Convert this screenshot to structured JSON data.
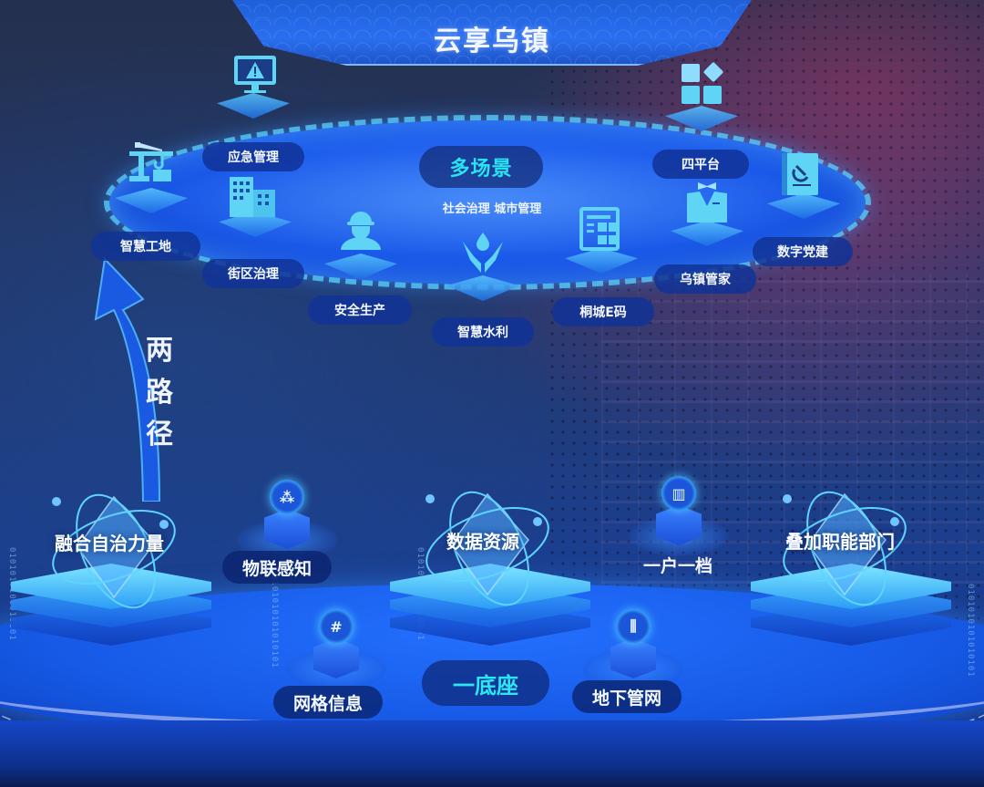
{
  "header": {
    "title": "云享乌镇"
  },
  "scenarios": {
    "title": "多场景",
    "subtitle": "社会治理 城市管理",
    "items": [
      {
        "label": "应急管理",
        "icon": "warning-monitor-icon"
      },
      {
        "label": "智慧工地",
        "icon": "crane-icon"
      },
      {
        "label": "街区治理",
        "icon": "buildings-icon"
      },
      {
        "label": "安全生产",
        "icon": "worker-helmet-icon"
      },
      {
        "label": "智慧水利",
        "icon": "water-hands-icon"
      },
      {
        "label": "桐城E码",
        "icon": "form-grid-icon"
      },
      {
        "label": "乌镇管家",
        "icon": "butler-suit-icon"
      },
      {
        "label": "四平台",
        "icon": "app-blocks-icon"
      },
      {
        "label": "数字党建",
        "icon": "party-book-icon"
      }
    ]
  },
  "paths": {
    "label_chars": [
      "两",
      "路",
      "径"
    ],
    "platforms": [
      {
        "label": "融合自治力量"
      },
      {
        "label": "数据资源"
      },
      {
        "label": "叠加职能部门"
      }
    ]
  },
  "base": {
    "title": "一底座",
    "nodes": [
      {
        "label": "物联感知",
        "icon": "iot-network-icon",
        "glyph": "⁂"
      },
      {
        "label": "一户一档",
        "icon": "archive-books-icon",
        "glyph": "▥"
      },
      {
        "label": "网格信息",
        "icon": "grid-hash-icon",
        "glyph": "#"
      },
      {
        "label": "地下管网",
        "icon": "pipe-network-icon",
        "glyph": "⫼"
      }
    ]
  },
  "decor": {
    "binary": "0101010101010101"
  },
  "colors": {
    "accent_cyan": "#29e3f0",
    "primary_blue": "#1a58e8",
    "label_bg": "#10329a"
  }
}
